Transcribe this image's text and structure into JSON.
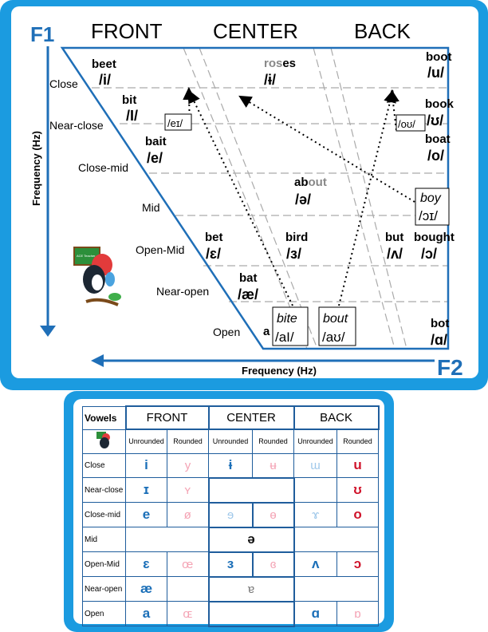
{
  "chart": {
    "f1_label": "F1",
    "f2_label": "F2",
    "columns": [
      "FRONT",
      "CENTER",
      "BACK"
    ],
    "freq_label_v": "Frequency (Hz)",
    "freq_label_h": "Frequency (Hz)",
    "rows": [
      "Close",
      "Near-close",
      "Close-mid",
      "Mid",
      "Open-Mid",
      "Near-open",
      "Open"
    ],
    "words": {
      "beet": "beet",
      "beet_ipa": "/i/",
      "roses_a": "ros",
      "roses_b": "es",
      "roses_ipa": "/ɨ/",
      "boot": "boot",
      "boot_ipa": "/u/",
      "bit": "bit",
      "bit_ipa": "/I/",
      "ei": "/eɪ/",
      "ou": "/oʊ/",
      "book": "book",
      "book_ipa": "/ʊ/",
      "bait": "bait",
      "bait_ipa": "/e/",
      "boat": "boat",
      "boat_ipa": "/o/",
      "about_a": "ab",
      "about_b": "out",
      "about_ipa": "/ə/",
      "boy": "boy",
      "boy_ipa": "/ɔɪ/",
      "bet": "bet",
      "bet_ipa": "/ɛ/",
      "bird": "bird",
      "bird_ipa": "/ɜ/",
      "but": "but",
      "but_ipa": "/ʌ/",
      "bought": "bought",
      "bought_ipa": "/ɔ/",
      "bat": "bat",
      "bat_ipa": "/æ/",
      "a": "a",
      "bite": "bite",
      "bite_ipa": "/aI/",
      "bout": "bout",
      "bout_ipa": "/aʊ/",
      "bot": "bot",
      "bot_ipa": "/ɑ/"
    },
    "mascot_board": "ACE Teacher"
  },
  "table": {
    "title": "Vowels",
    "cols": [
      "FRONT",
      "CENTER",
      "BACK"
    ],
    "unrounded": "Unrounded",
    "rounded": "Rounded",
    "rows": [
      {
        "label": "Close",
        "fu": "i",
        "fr": "y",
        "cu": "ɨ",
        "cr": "ʉ",
        "bu": "ɯ",
        "br": "u"
      },
      {
        "label": "Near-close",
        "fu": "ɪ",
        "fr": "ʏ",
        "bu": "",
        "br": "ʊ"
      },
      {
        "label": "Close-mid",
        "fu": "e",
        "fr": "ø",
        "cu": "ɘ",
        "cr": "ɵ",
        "bu": "ɤ",
        "br": "o"
      },
      {
        "label": "Mid",
        "c": "ə"
      },
      {
        "label": "Open-Mid",
        "fu": "ɛ",
        "fr": "œ",
        "cu": "ɜ",
        "cr": "ɞ",
        "bu": "ʌ",
        "br": "ɔ"
      },
      {
        "label": "Near-open",
        "fu": "æ",
        "c": "ɐ"
      },
      {
        "label": "Open",
        "fu": "a",
        "fr": "ɶ",
        "bu": "ɑ",
        "br": "ɒ"
      }
    ]
  },
  "colors": {
    "panel": "#1b9be0",
    "line": "#1f5d9c",
    "accent_blue": "#1b6fb8",
    "rounded_pink": "#f4a3b4",
    "back_red": "#d0142b"
  }
}
